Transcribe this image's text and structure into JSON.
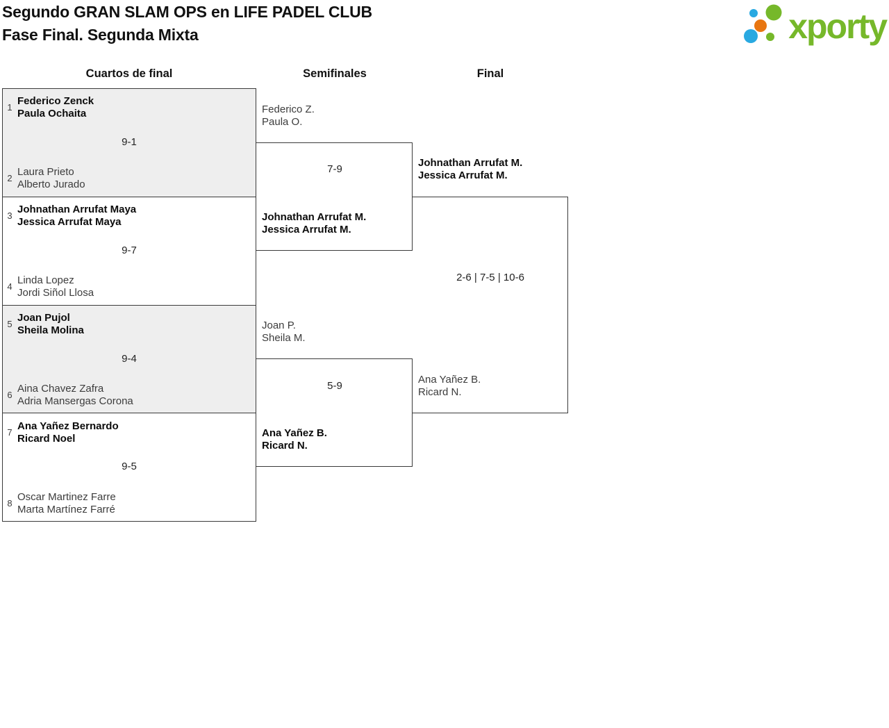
{
  "header": {
    "title_line1": "Segundo GRAN SLAM OPS en LIFE PADEL CLUB",
    "title_line2": "Fase Final. Segunda Mixta",
    "logo_text": "xporty"
  },
  "colors": {
    "brand_green": "#76b82a",
    "brand_blue": "#29a9e1",
    "brand_orange": "#e87611",
    "line": "#3a3a3a",
    "match_shade": "#eeeeee"
  },
  "bracket": {
    "round_labels": [
      "Cuartos de final",
      "Semifinales",
      "Final"
    ],
    "quarterfinals": [
      {
        "seed_a": "1",
        "team_a": [
          "Federico Zenck",
          "Paula Ochaita"
        ],
        "seed_b": "2",
        "team_b": [
          "Laura Prieto",
          "Alberto Jurado"
        ],
        "score": "9-1"
      },
      {
        "seed_a": "3",
        "team_a": [
          "Johnathan Arrufat Maya",
          "Jessica Arrufat Maya"
        ],
        "seed_b": "4",
        "team_b": [
          "Linda Lopez",
          "Jordi Siñol Llosa"
        ],
        "score": "9-7"
      },
      {
        "seed_a": "5",
        "team_a": [
          "Joan Pujol",
          "Sheila Molina"
        ],
        "seed_b": "6",
        "team_b": [
          "Aina Chavez Zafra",
          "Adria Mansergas Corona"
        ],
        "score": "9-4"
      },
      {
        "seed_a": "7",
        "team_a": [
          "Ana Yañez Bernardo",
          "Ricard Noel"
        ],
        "seed_b": "8",
        "team_b": [
          "Oscar Martinez Farre",
          "Marta Martínez Farré"
        ],
        "score": "9-5"
      }
    ],
    "semifinals": [
      {
        "team_a": [
          "Federico Z.",
          "Paula O."
        ],
        "team_b": [
          "Johnathan Arrufat M.",
          "Jessica Arrufat M."
        ],
        "score": "7-9"
      },
      {
        "team_a": [
          "Joan P.",
          "Sheila M."
        ],
        "team_b": [
          "Ana Yañez B.",
          "Ricard N."
        ],
        "score": "5-9"
      }
    ],
    "final": {
      "team_a": [
        "Johnathan Arrufat M.",
        "Jessica Arrufat M."
      ],
      "team_b": [
        "Ana Yañez B.",
        "Ricard N."
      ],
      "score": "2-6 | 7-5 | 10-6"
    }
  }
}
